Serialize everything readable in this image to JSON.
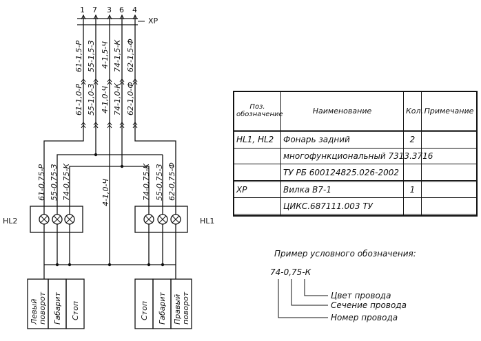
{
  "connector": {
    "label": "XP",
    "pins": [
      "1",
      "7",
      "3",
      "6",
      "4"
    ],
    "wires_top": [
      "61-1,5-Р",
      "55-1,5-З",
      "4-1,5-Ч",
      "74-1,5-К",
      "62-1,5-Ф"
    ],
    "wires_mid": [
      "61-1,0-Р",
      "55-1,0-З",
      "4-1,0-Ч",
      "74-1,0-К",
      "62-1,0-Ф"
    ]
  },
  "lamps": {
    "left": {
      "label": "HL2",
      "wires": [
        "61-0,75-Р",
        "55-0,75-З",
        "74-0,75-К"
      ]
    },
    "right": {
      "label": "HL1",
      "wires": [
        "74-0,75-К",
        "55-0,75-З",
        "62-0,75-Ф"
      ]
    },
    "ground_wire": "4-1,0-Ч"
  },
  "functions": {
    "left": [
      "Левый поворот",
      "Габарит",
      "Стоп"
    ],
    "right": [
      "Стоп",
      "Габарит",
      "Правый поворот"
    ]
  },
  "spec_table": {
    "headers": {
      "pos": "Поз. обозначение",
      "name": "Наименование",
      "qty": "Кол.",
      "note": "Примечание"
    },
    "rows": [
      {
        "pos": "",
        "name": "",
        "qty": "",
        "note": ""
      },
      {
        "pos": "HL1, HL2",
        "name": "Фонарь задний",
        "qty": "2",
        "note": ""
      },
      {
        "pos": "",
        "name": "многофункциональный 7313.3716",
        "qty": "",
        "note": ""
      },
      {
        "pos": "",
        "name": "ТУ РБ 600124825.026-2002",
        "qty": "",
        "note": ""
      },
      {
        "pos": "",
        "name": "",
        "qty": "",
        "note": ""
      },
      {
        "pos": "XP",
        "name": "Вилка В7-1",
        "qty": "1",
        "note": ""
      },
      {
        "pos": "",
        "name": "ЦИКС.687111.003 ТУ",
        "qty": "",
        "note": ""
      },
      {
        "pos": "",
        "name": "",
        "qty": "",
        "note": ""
      }
    ]
  },
  "example": {
    "title": "Пример условного обозначения:",
    "code": "74-0,75-К",
    "legend": [
      "Цвет провода",
      "Сечение провода",
      "Номер провода"
    ]
  }
}
